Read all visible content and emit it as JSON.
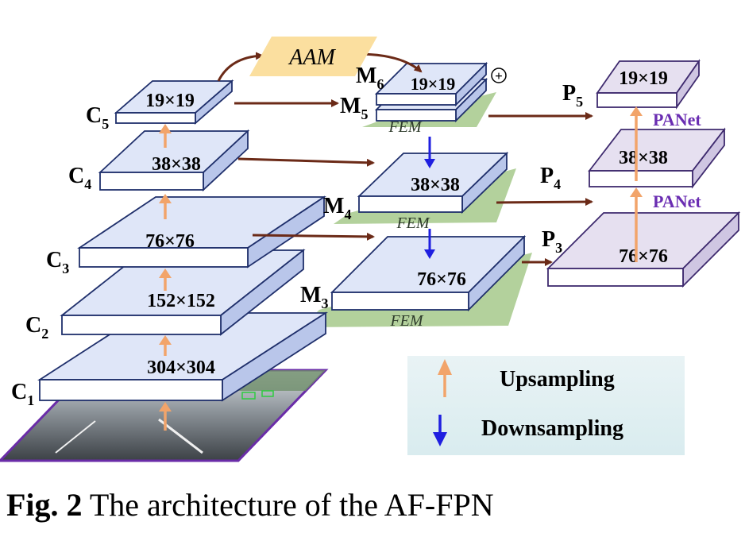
{
  "caption": {
    "prefix": "Fig. 2",
    "text": " The architecture of the AF-FPN"
  },
  "backbone": [
    {
      "id": "C1",
      "letter": "C",
      "sub": "1",
      "size": "304×304"
    },
    {
      "id": "C2",
      "letter": "C",
      "sub": "2",
      "size": "152×152"
    },
    {
      "id": "C3",
      "letter": "C",
      "sub": "3",
      "size": "76×76"
    },
    {
      "id": "C4",
      "letter": "C",
      "sub": "4",
      "size": "38×38"
    },
    {
      "id": "C5",
      "letter": "C",
      "sub": "5",
      "size": "19×19"
    }
  ],
  "aam": {
    "label": "AAM"
  },
  "neck": [
    {
      "id": "M6",
      "letter": "M",
      "sub": "6",
      "size": "19×19"
    },
    {
      "id": "M5",
      "letter": "M",
      "sub": "5",
      "size": ""
    },
    {
      "id": "M4",
      "letter": "M",
      "sub": "4",
      "size": "38×38"
    },
    {
      "id": "M3",
      "letter": "M",
      "sub": "3",
      "size": "76×76"
    }
  ],
  "fem_label": "FEM",
  "add_symbol": "+",
  "head": [
    {
      "id": "P5",
      "letter": "P",
      "sub": "5",
      "size": "19×19"
    },
    {
      "id": "P4",
      "letter": "P",
      "sub": "4",
      "size": "38×38"
    },
    {
      "id": "P3",
      "letter": "P",
      "sub": "3",
      "size": "76×76"
    }
  ],
  "panet_labels": [
    "PANet",
    "PANet"
  ],
  "legend": {
    "up_label": "Upsampling",
    "down_label": "Downsampling"
  },
  "colors": {
    "block_top": "#dfe6f8",
    "block_side": "#b9c6ea",
    "block_edge": "#1f2f6b",
    "head_top": "#e6e0f0",
    "head_edge": "#3e2a6e",
    "fem_green": "#a6c98b",
    "aam_fill": "#fbdf9f",
    "lateral_arrow": "#6b2a17",
    "up_arrow": "#f2a46a",
    "down_arrow": "#1f1fe0",
    "panet_text": "#6a2db2",
    "legend_bg": "#e5f1f3"
  }
}
